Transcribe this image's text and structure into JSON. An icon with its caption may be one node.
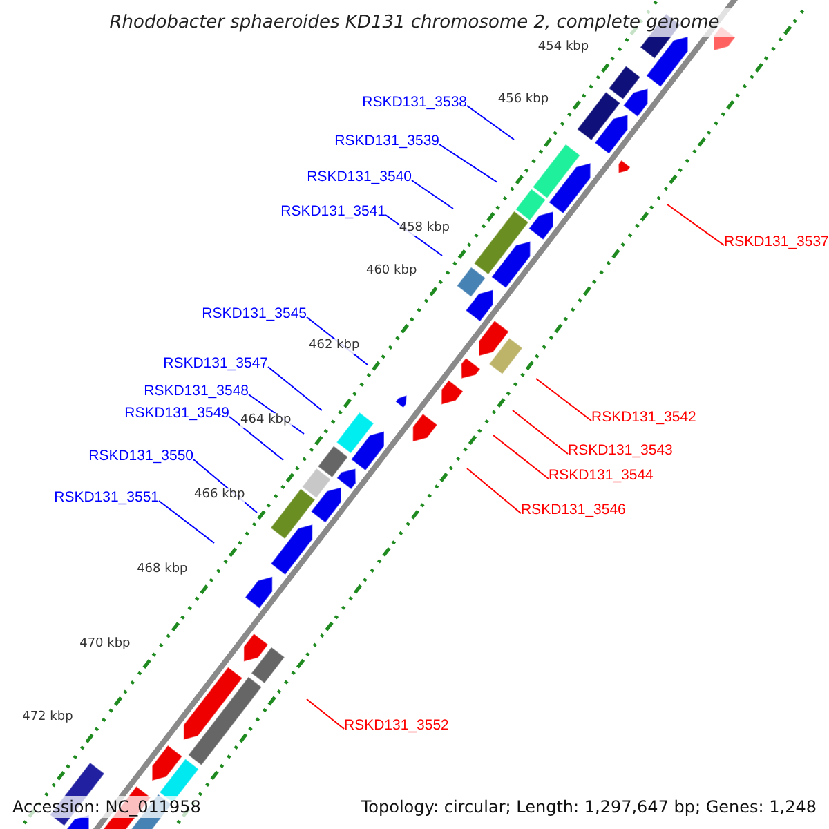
{
  "diagram": {
    "title": "Rhodobacter sphaeroides KD131 chromosome 2, complete genome",
    "nodes": [
      {
        "text": [
          "RSKD131_3538"
        ]
      },
      {
        "text": [
          "RSKD131_3539"
        ]
      },
      {
        "text": [
          "RSKD131_3540"
        ]
      },
      {
        "text": [
          "RSKD131_3541"
        ]
      },
      {
        "text": [
          "RSKD131_3537"
        ]
      },
      {
        "text": [
          "RSKD131_3545"
        ]
      },
      {
        "text": [
          "RSKD131_3547"
        ]
      },
      {
        "text": [
          "RSKD131_3548"
        ]
      },
      {
        "text": [
          "RSKD131_3549"
        ]
      },
      {
        "text": [
          "RSKD131_3542"
        ]
      },
      {
        "text": [
          "RSKD131_3543"
        ]
      },
      {
        "text": [
          "RSKD131_3550"
        ]
      },
      {
        "text": [
          "RSKD131_3544"
        ]
      },
      {
        "text": [
          "RSKD131_3551"
        ]
      },
      {
        "text": [
          "RSKD131_3546"
        ]
      },
      {
        "text": [
          "RSKD131_3552"
        ]
      }
    ],
    "edges": [
      {
        "from": 0,
        "to": null,
        "arrow": "none"
      },
      {
        "from": 1,
        "to": null,
        "arrow": "none"
      },
      {
        "from": 2,
        "to": null,
        "arrow": "none"
      },
      {
        "from": 3,
        "to": null,
        "arrow": "none"
      },
      {
        "from": 4,
        "to": null,
        "arrow": "none",
        "color": "#ff0000"
      },
      {
        "from": 5,
        "to": null,
        "arrow": "none"
      },
      {
        "from": 6,
        "to": null,
        "arrow": "none"
      },
      {
        "from": 7,
        "to": null,
        "arrow": "none"
      },
      {
        "from": 8,
        "to": null,
        "arrow": "none"
      },
      {
        "from": 9,
        "to": null,
        "arrow": "none",
        "color": "#ff0000"
      },
      {
        "from": 10,
        "to": null,
        "arrow": "none",
        "color": "#ff0000"
      },
      {
        "from": 11,
        "to": null,
        "arrow": "none"
      },
      {
        "from": 12,
        "to": null,
        "arrow": "none",
        "color": "#ff0000"
      },
      {
        "from": 13,
        "to": null,
        "arrow": "none"
      },
      {
        "from": 14,
        "to": null,
        "arrow": "none",
        "color": "#ff0000"
      },
      {
        "from": 15,
        "to": null,
        "arrow": "none",
        "color": "#ff0000"
      }
    ],
    "labels": [
      "454 kbp",
      "456 kbp",
      "458 kbp",
      "460 kbp",
      "462 kbp",
      "464 kbp",
      "466 kbp",
      "468 kbp",
      "470 kbp",
      "472 kbp",
      "Accession: NC_011958",
      "Topology: circular; Length: 1,297,647 bp; Genes: 1,248"
    ]
  }
}
